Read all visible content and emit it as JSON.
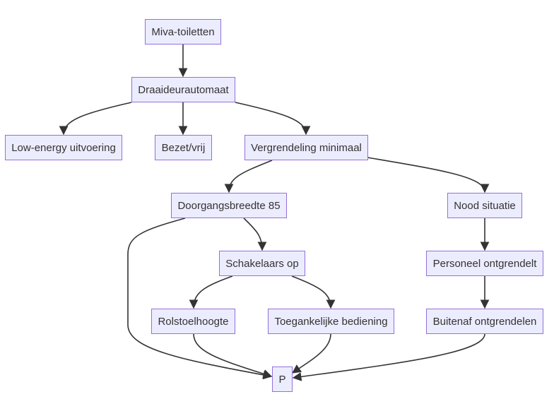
{
  "colors": {
    "node_fill": "#ececff",
    "node_border": "#9370db",
    "edge": "#333333",
    "text": "#333333"
  },
  "nodes": {
    "miva": "Miva-toiletten",
    "draaideur": "Draaideurautomaat",
    "lowenergy": "Low-energy uitvoering",
    "bezet": "Bezet/vrij",
    "vergrendeling": "Vergrendeling minimaal",
    "doorgang": "Doorgangsbreedte 85",
    "nood": "Nood situatie",
    "schakelaars": "Schakelaars op",
    "personeel": "Personeel ontgrendelt",
    "rolstoel": "Rolstoelhoogte",
    "toegankelijk": "Toegankelijke bediening",
    "buitenaf": "Buitenaf ontgrendelen",
    "p": "P"
  },
  "edges": [
    [
      "miva",
      "draaideur"
    ],
    [
      "draaideur",
      "lowenergy"
    ],
    [
      "draaideur",
      "bezet"
    ],
    [
      "draaideur",
      "vergrendeling"
    ],
    [
      "vergrendeling",
      "doorgang"
    ],
    [
      "vergrendeling",
      "nood"
    ],
    [
      "doorgang",
      "schakelaars"
    ],
    [
      "doorgang",
      "p"
    ],
    [
      "schakelaars",
      "rolstoel"
    ],
    [
      "schakelaars",
      "toegankelijk"
    ],
    [
      "nood",
      "personeel"
    ],
    [
      "personeel",
      "buitenaf"
    ],
    [
      "rolstoel",
      "p"
    ],
    [
      "toegankelijk",
      "p"
    ],
    [
      "buitenaf",
      "p"
    ]
  ]
}
